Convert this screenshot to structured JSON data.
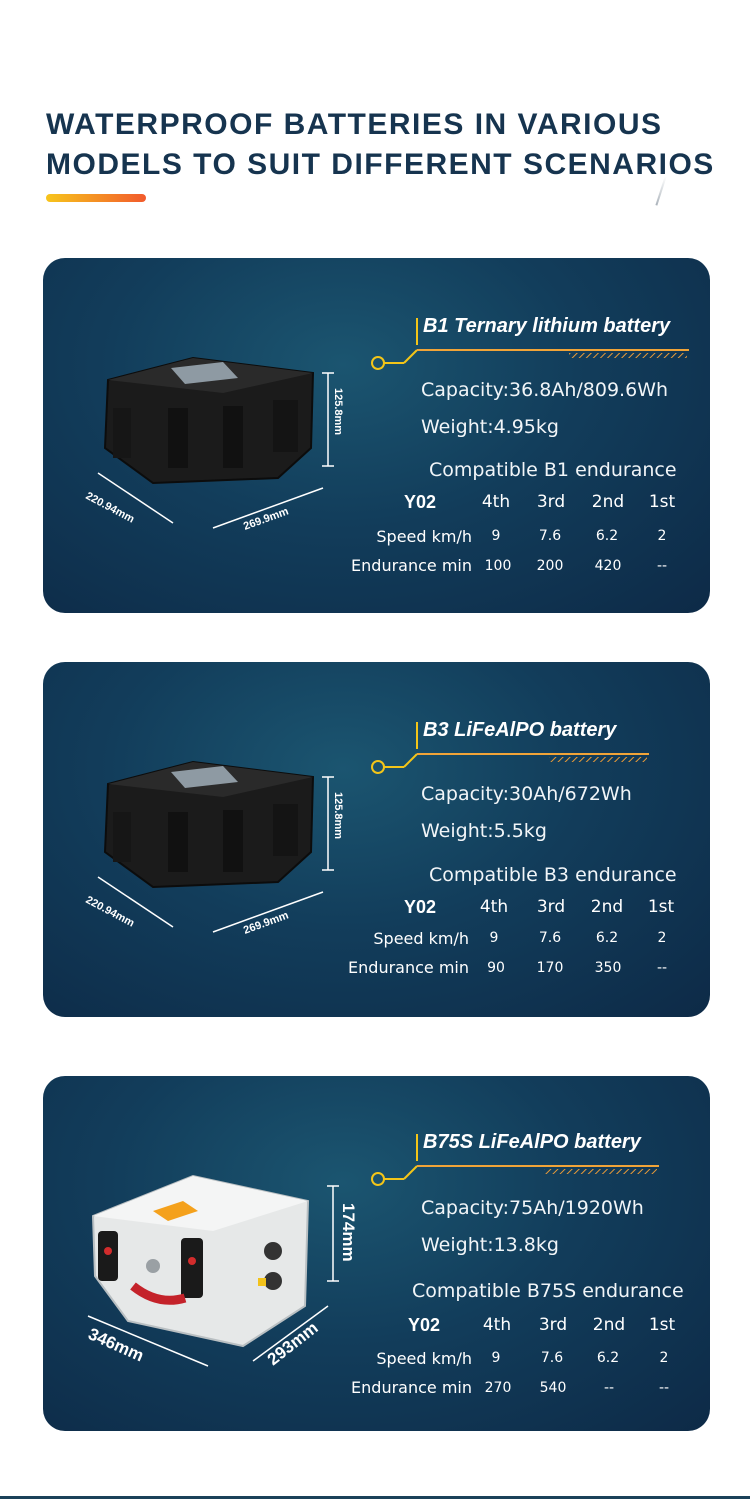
{
  "headline": {
    "line1": "WATERPROOF BATTERIES IN VARIOUS",
    "line2": "MODELS TO SUIT DIFFERENT SCENARIOS"
  },
  "colors": {
    "accent_gradient_start": "#f7c51c",
    "accent_gradient_end": "#f25a2c",
    "card_background": "#123d5b",
    "headline_text": "#16344f"
  },
  "cards": [
    {
      "title": "B1 Ternary lithium battery",
      "capacity": "Capacity:36.8Ah/809.6Wh",
      "weight": "Weight:4.95kg",
      "compatible": "Compatible B1 endurance",
      "dims": {
        "height": "125.8mm",
        "depth": "220.94mm",
        "width": "269.9mm"
      },
      "product_color": "black",
      "table": {
        "model": "Y02",
        "gears": [
          "4th",
          "3rd",
          "2nd",
          "1st"
        ],
        "speed_label": "Speed km/h",
        "speed": [
          "9",
          "7.6",
          "6.2",
          "2"
        ],
        "endurance_label": "Endurance min",
        "endurance": [
          "100",
          "200",
          "420",
          "--"
        ]
      }
    },
    {
      "title": "B3 LiFeAlPO battery",
      "capacity": "Capacity:30Ah/672Wh",
      "weight": "Weight:5.5kg",
      "compatible": "Compatible B3 endurance",
      "dims": {
        "height": "125.8mm",
        "depth": "220.94mm",
        "width": "269.9mm"
      },
      "product_color": "black",
      "table": {
        "model": "Y02",
        "gears": [
          "4th",
          "3rd",
          "2nd",
          "1st"
        ],
        "speed_label": "Speed km/h",
        "speed": [
          "9",
          "7.6",
          "6.2",
          "2"
        ],
        "endurance_label": "Endurance min",
        "endurance": [
          "90",
          "170",
          "350",
          "--"
        ]
      }
    },
    {
      "title": "B75S LiFeAlPO battery",
      "capacity": "Capacity:75Ah/1920Wh",
      "weight": "Weight:13.8kg",
      "compatible": "Compatible B75S endurance",
      "dims": {
        "height": "174mm",
        "depth": "346mm",
        "width": "293mm"
      },
      "product_color": "white",
      "table": {
        "model": "Y02",
        "gears": [
          "4th",
          "3rd",
          "2nd",
          "1st"
        ],
        "speed_label": "Speed km/h",
        "speed": [
          "9",
          "7.6",
          "6.2",
          "2"
        ],
        "endurance_label": "Endurance min",
        "endurance": [
          "270",
          "540",
          "--",
          "--"
        ]
      }
    }
  ]
}
